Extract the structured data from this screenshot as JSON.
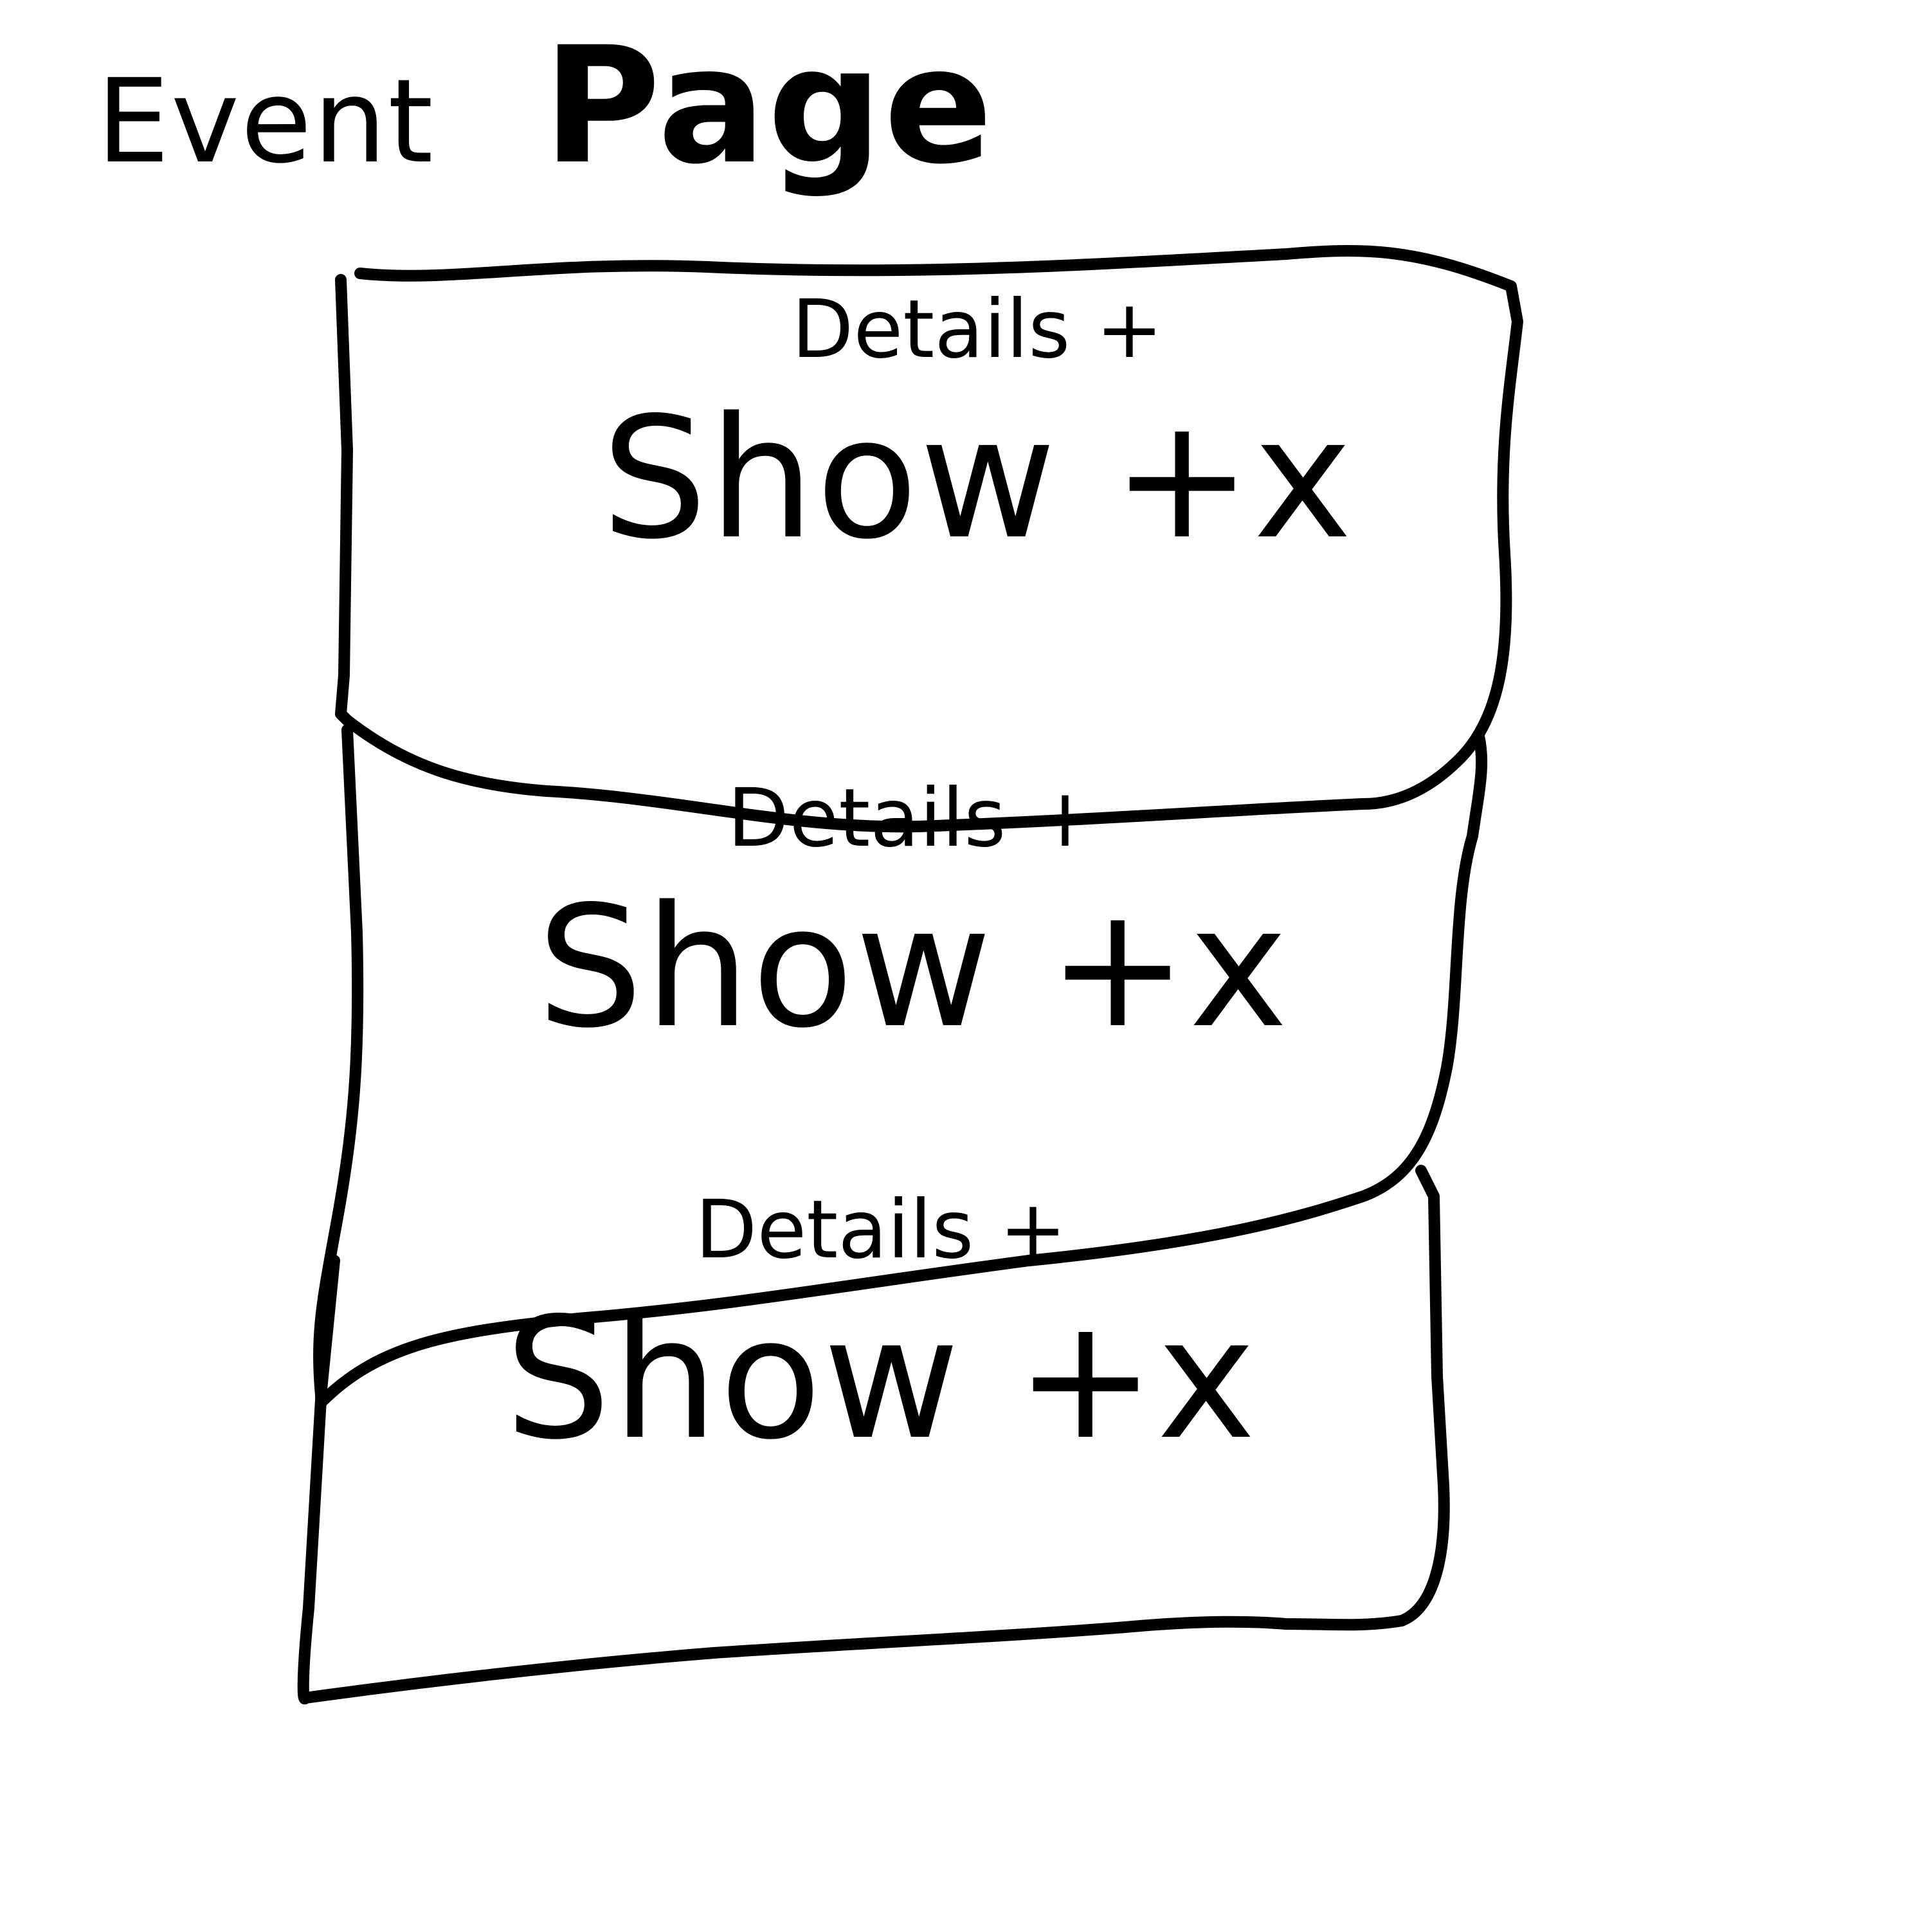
{
  "page": {
    "title_small": "Event",
    "title_large": "Page"
  },
  "cards": [
    {
      "details_label": "Details +",
      "action_label": "Show +x"
    },
    {
      "details_label": "Details +",
      "action_label": "Show +x"
    },
    {
      "details_label": "Details +",
      "action_label": "Show +x"
    }
  ]
}
